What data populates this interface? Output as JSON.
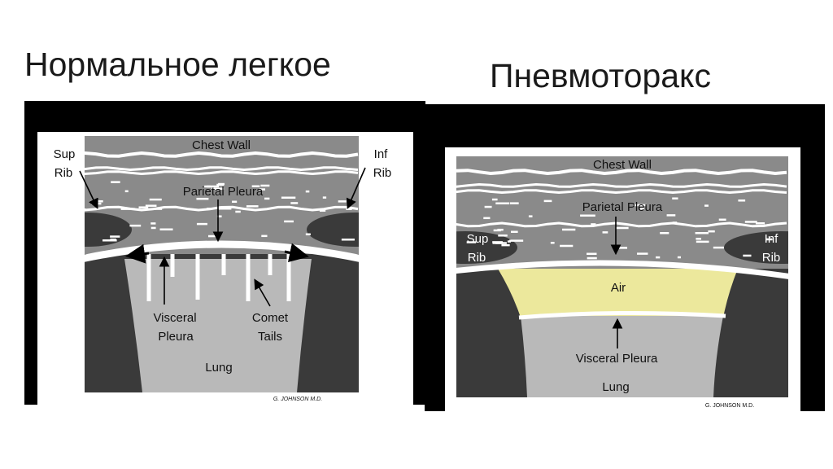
{
  "slide": {
    "left_title": "Нормальное легкое",
    "right_title": "Пневмоторакс"
  },
  "normal_diagram": {
    "chest_wall": "Chest Wall",
    "sup_rib": [
      "Sup",
      "Rib"
    ],
    "inf_rib": [
      "Inf",
      "Rib"
    ],
    "parietal_pleura": "Parietal Pleura",
    "visceral_pleura": [
      "Visceral",
      "Pleura"
    ],
    "comet_tails": [
      "Comet",
      "Tails"
    ],
    "lung": "Lung",
    "signature": "G. JOHNSON M.D."
  },
  "pneumo_diagram": {
    "chest_wall": "Chest Wall",
    "parietal_pleura": "Parietal Pleura",
    "sup_rib": [
      "Sup",
      "Rib"
    ],
    "inf_rib": [
      "Inf",
      "Rib"
    ],
    "air": "Air",
    "visceral_pleura": "Visceral Pleura",
    "lung": "Lung",
    "signature": "G. JOHNSON M.D."
  },
  "colors": {
    "chest_wall": "#8a8a8a",
    "rib": "#3a3a3a",
    "lung": "#b9b9b9",
    "air": "#ece89c",
    "frame": "#000000"
  }
}
